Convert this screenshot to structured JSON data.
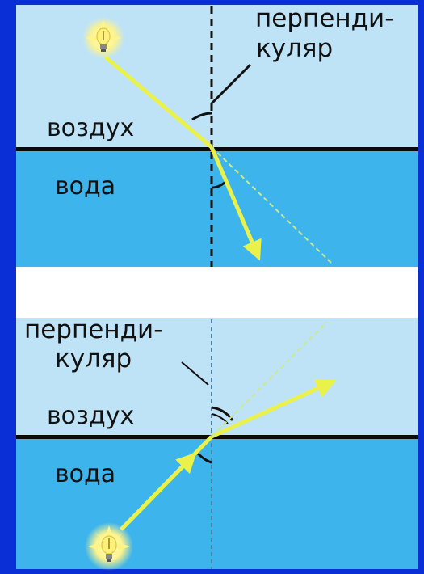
{
  "colors": {
    "frame": "#0a2fd6",
    "air": "#bfe3f6",
    "water": "#3db4ec",
    "gap": "#ffffff",
    "ray": "#eaf24a",
    "ray_faint": "#c9ea8c",
    "interface": "#0b0b0b"
  },
  "top_panel": {
    "perpendicular_label_line1": "перпенди-",
    "perpendicular_label_line2": "куляр",
    "air_label": "воздух",
    "water_label": "вода",
    "light_source_icon": "light-bulb-icon"
  },
  "bottom_panel": {
    "perpendicular_label_line1": "перпенди-",
    "perpendicular_label_line2": "куляр",
    "air_label": "воздух",
    "water_label": "вода",
    "light_source_icon": "light-bulb-icon"
  }
}
